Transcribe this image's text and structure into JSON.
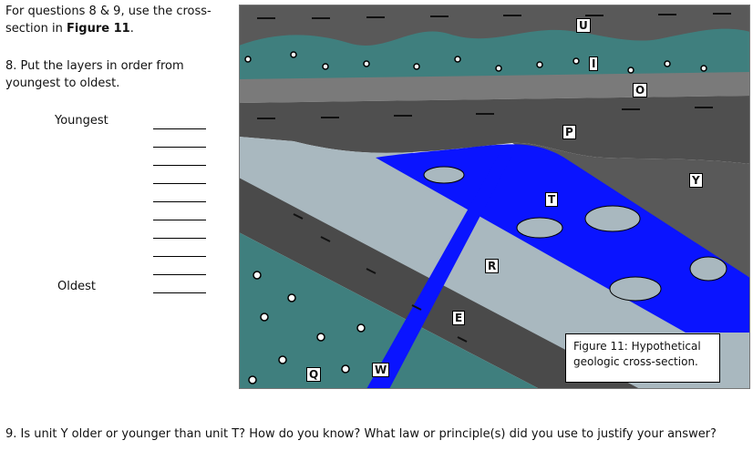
{
  "intro": {
    "prefix": "For questions 8 & 9, use the cross-section in ",
    "figure_ref": "Figure 11",
    "suffix": "."
  },
  "q8": {
    "text": "8.  Put the layers in order from youngest to oldest."
  },
  "order": {
    "youngest_label": "Youngest",
    "oldest_label": "Oldest",
    "blank_count": 10
  },
  "figure": {
    "caption": "Figure 11: Hypothetical geologic cross-section.",
    "labels": {
      "U": "U",
      "I": "I",
      "O": "O",
      "P": "P",
      "Y": "Y",
      "T": "T",
      "R": "R",
      "E": "E",
      "Q": "Q",
      "W": "W"
    },
    "colors": {
      "dark_gray": "#595959",
      "teal": "#3f7f7e",
      "light_blue_gray": "#a9b8bf",
      "mid_gray": "#7a7a7a",
      "intrusion_blue": "#0a14ff",
      "charcoal": "#4a4a4a"
    }
  },
  "q9": {
    "text": "9. Is unit Y older or younger than unit T?  How do you know?  What law or principle(s) did you use to justify your answer?"
  }
}
